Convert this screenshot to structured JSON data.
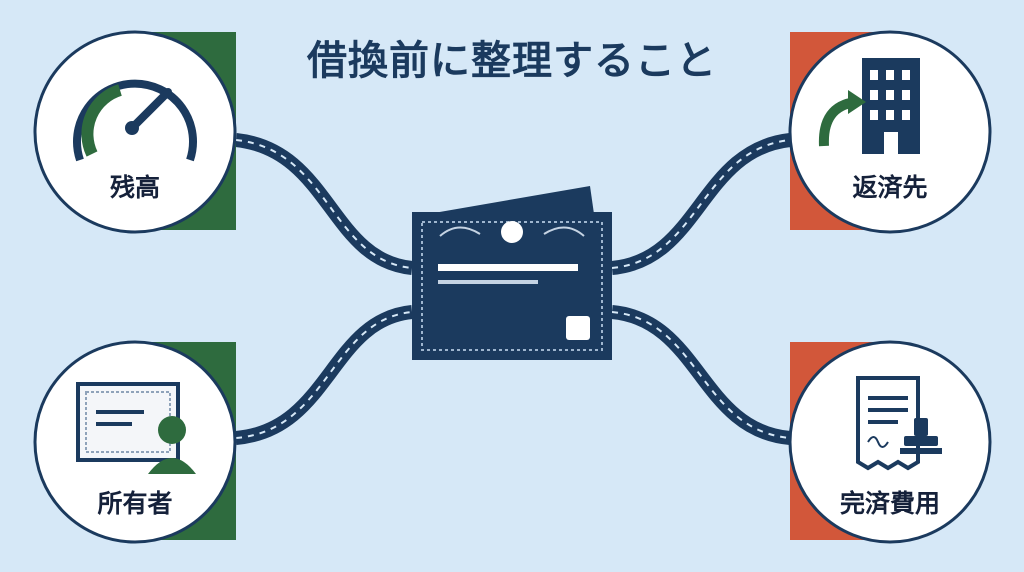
{
  "title": "借換前に整理すること",
  "nodes": {
    "balance": {
      "label": "残高",
      "icon": "speedometer-icon",
      "accent": "#2e6b3e"
    },
    "owner": {
      "label": "所有者",
      "icon": "certificate-person-icon",
      "accent": "#2e6b3e"
    },
    "lender": {
      "label": "返済先",
      "icon": "building-arrow-icon",
      "accent": "#d2573a"
    },
    "costs": {
      "label": "完済費用",
      "icon": "receipt-stamp-icon",
      "accent": "#d2573a"
    }
  },
  "center": {
    "icon": "certificate-document-icon"
  },
  "colors": {
    "navy": "#1b3a5e",
    "background": "#d6e8f7",
    "green": "#2e6b3e",
    "orange": "#d2573a"
  }
}
